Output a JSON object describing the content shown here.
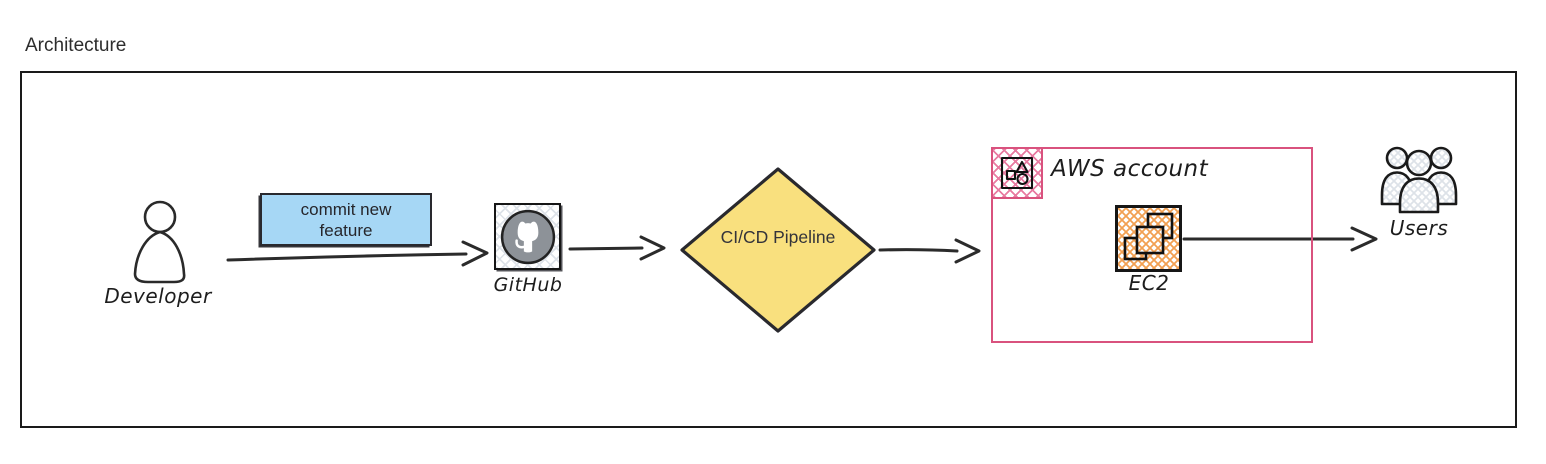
{
  "title": "Architecture",
  "diagram": {
    "developer": {
      "label": "Developer"
    },
    "commit_edge": {
      "label": "commit new feature"
    },
    "github": {
      "label": "GitHub"
    },
    "pipeline": {
      "label": "CI/CD Pipeline"
    },
    "aws_account": {
      "label": "AWS account"
    },
    "ec2": {
      "label": "EC2"
    },
    "users": {
      "label": "Users"
    }
  },
  "icons": {
    "developer": "person-icon",
    "github": "octocat-icon",
    "aws_account": "aws-account-resource-icon",
    "ec2": "overlapping-squares-icon",
    "users": "people-group-icon"
  },
  "colors": {
    "text": "#2d2d2d",
    "frame_border": "#1a1a1a",
    "arrow": "#2b2b2b",
    "shape_border": "#29292e",
    "commit_fill": "#a6d7f5",
    "diamond_fill": "#f9e07e",
    "aws_pink": "#d9527e",
    "hatch_gray": "#dde2e8",
    "hatch_pink": "#e87ba1",
    "hatch_orange": "#f2a052",
    "github_circle": "#8d9298"
  }
}
